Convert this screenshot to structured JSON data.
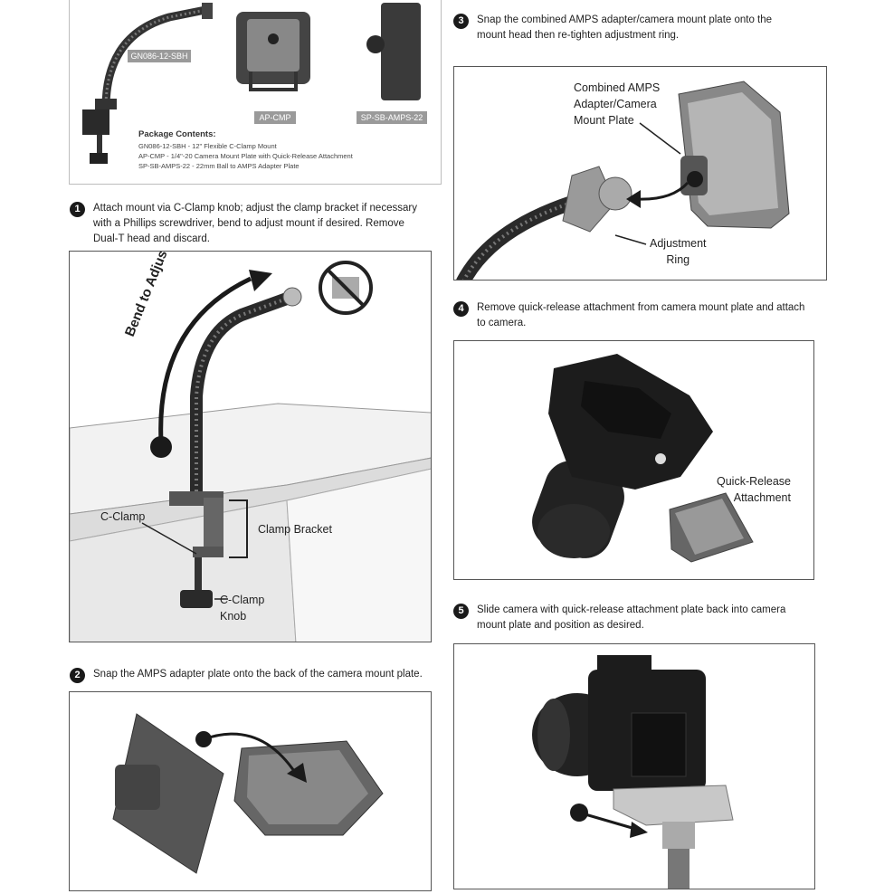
{
  "package": {
    "labels": {
      "mount": "GN086-12-SBH",
      "plate": "AP-CMP",
      "amps": "SP-SB-AMPS-22"
    },
    "contents_title": "Package Contents:",
    "contents": [
      "GN086-12-SBH - 12\" Flexible C-Clamp Mount",
      "AP-CMP - 1/4\"-20 Camera Mount Plate with Quick-Release Attachment",
      "SP-SB-AMPS-22 - 22mm Ball to AMPS Adapter Plate"
    ]
  },
  "steps": [
    {
      "number": "1",
      "lines": [
        "Attach mount via C-Clamp knob; adjust the clamp bracket if necessary",
        "with a Phillips screwdriver, bend to adjust mount if desired. Remove",
        "Dual-T head and discard."
      ]
    },
    {
      "number": "2",
      "lines": [
        "Snap the AMPS adapter plate onto the back of the camera mount plate."
      ]
    },
    {
      "number": "3",
      "lines": [
        "Snap the combined AMPS adapter/camera mount plate onto the",
        "mount head then re-tighten adjustment ring."
      ]
    },
    {
      "number": "4",
      "lines": [
        "Remove quick-release attachment from camera mount plate and attach",
        "to camera."
      ]
    },
    {
      "number": "5",
      "lines": [
        "Slide camera with quick-release attachment plate back into camera",
        "mount plate and position as desired."
      ]
    }
  ],
  "callouts": {
    "bend": "Bend to Adjust",
    "c_clamp": "C-Clamp",
    "clamp_bracket": "Clamp Bracket",
    "knob_line1": "C-Clamp",
    "knob_line2": "Knob",
    "combined_line1": "Combined AMPS",
    "combined_line2": "Adapter/Camera",
    "combined_line3": "Mount Plate",
    "ring_line1": "Adjustment",
    "ring_line2": "Ring",
    "qr_line1": "Quick-Release",
    "qr_line2": "Attachment"
  },
  "colors": {
    "dark": "#1a1a1a",
    "mid": "#555555",
    "light": "#bdbdbd",
    "tag": "#9a9a9a"
  }
}
